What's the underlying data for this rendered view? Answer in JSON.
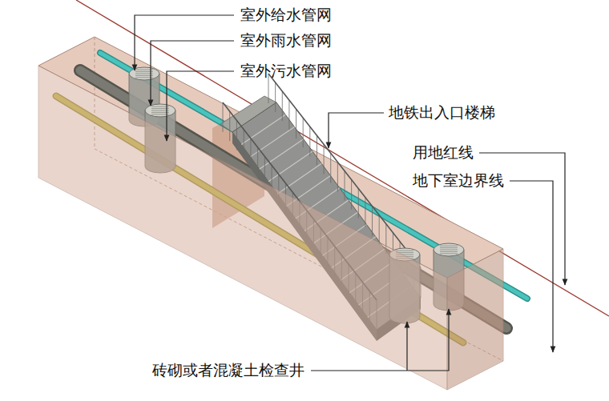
{
  "diagram": {
    "labels": [
      "室外给水管网",
      "室外雨水管网",
      "室外污水管网",
      "地铁出入口楼梯",
      "用地红线",
      "地下室边界线",
      "砖砌或者混凝土检查井"
    ]
  }
}
